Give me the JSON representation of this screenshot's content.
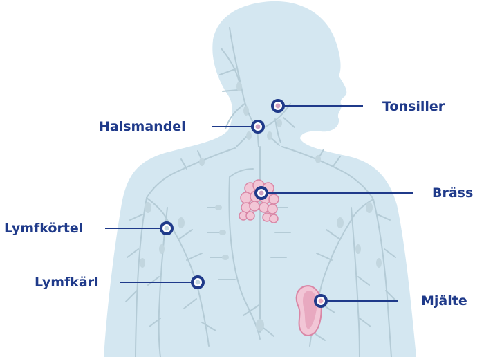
{
  "diagram": {
    "labels": {
      "tonsiller": "Tonsiller",
      "halsmandel": "Halsmandel",
      "brass": "Bräss",
      "lymfkortel": "Lymfkörtel",
      "lymfkarl": "Lymfkärl",
      "mjalte": "Mjälte"
    }
  },
  "colors": {
    "body": "#d4e7f1",
    "vessel": "#b4cbd6",
    "node": "#c2d6df",
    "accent": "#1f3a8a",
    "organ_fill": "#f2c6d6",
    "organ_stroke": "#d987a6",
    "marker_center": "#cfa0c0",
    "background": "#ffffff"
  }
}
